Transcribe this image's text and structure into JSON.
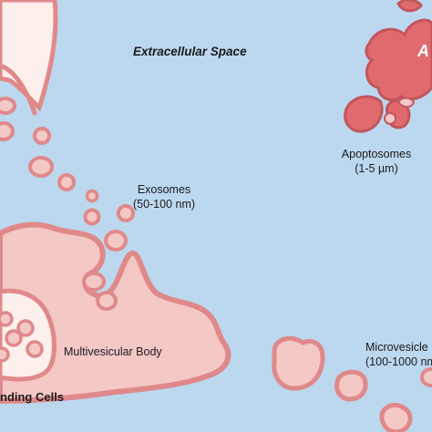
{
  "labels": {
    "extracellular_space": "Extracellular Space",
    "exosomes": "Exosomes",
    "exosomes_size": "(50-100 nm)",
    "apoptosomes": "Apoptosomes",
    "apoptosomes_size": "(1-5 µm)",
    "microvesicles": "Microvesicle",
    "microvesicles_size": "(100-1000 nm",
    "multivesicular_body": "Multivesicular Body",
    "cells": "nding Cells",
    "apoptotic_fragment": "A"
  },
  "colors": {
    "background": "#bcd8ef",
    "vesicle_fill": "#f3c8c5",
    "membrane": "#e0898a",
    "membrane_dark": "#c2555d",
    "apoptotic_fill": "#e06a6d",
    "inner_white": "#fdf0ec"
  }
}
